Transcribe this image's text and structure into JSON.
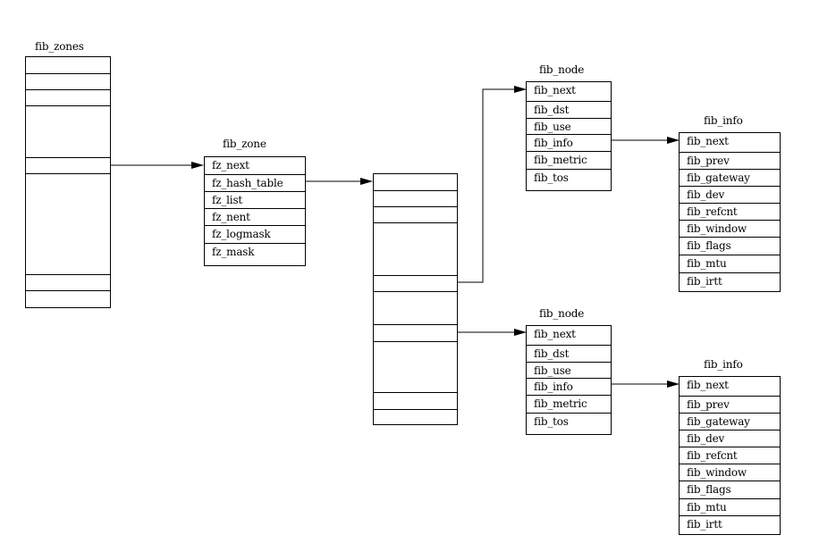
{
  "fib_zones": {
    "title": "fib_zones"
  },
  "fib_zone": {
    "title": "fib_zone",
    "fields": [
      "fz_next",
      "fz_hash_table",
      "fz_list",
      "fz_nent",
      "fz_logmask",
      "fz_mask"
    ]
  },
  "fib_node_top": {
    "title": "fib_node",
    "fields": [
      "fib_next",
      "fib_dst",
      "fib_use",
      "fib_info",
      "fib_metric",
      "fib_tos"
    ]
  },
  "fib_node_bottom": {
    "title": "fib_node",
    "fields": [
      "fib_next",
      "fib_dst",
      "fib_use",
      "fib_info",
      "fib_metric",
      "fib_tos"
    ]
  },
  "fib_info_top": {
    "title": "fib_info",
    "fields": [
      "fib_next",
      "fib_prev",
      "fib_gateway",
      "fib_dev",
      "fib_refcnt",
      "fib_window",
      "fib_flags",
      "fib_mtu",
      "fib_irtt"
    ]
  },
  "fib_info_bottom": {
    "title": "fib_info",
    "fields": [
      "fib_next",
      "fib_prev",
      "fib_gateway",
      "fib_dev",
      "fib_refcnt",
      "fib_window",
      "fib_flags",
      "fib_mtu",
      "fib_irtt"
    ]
  }
}
